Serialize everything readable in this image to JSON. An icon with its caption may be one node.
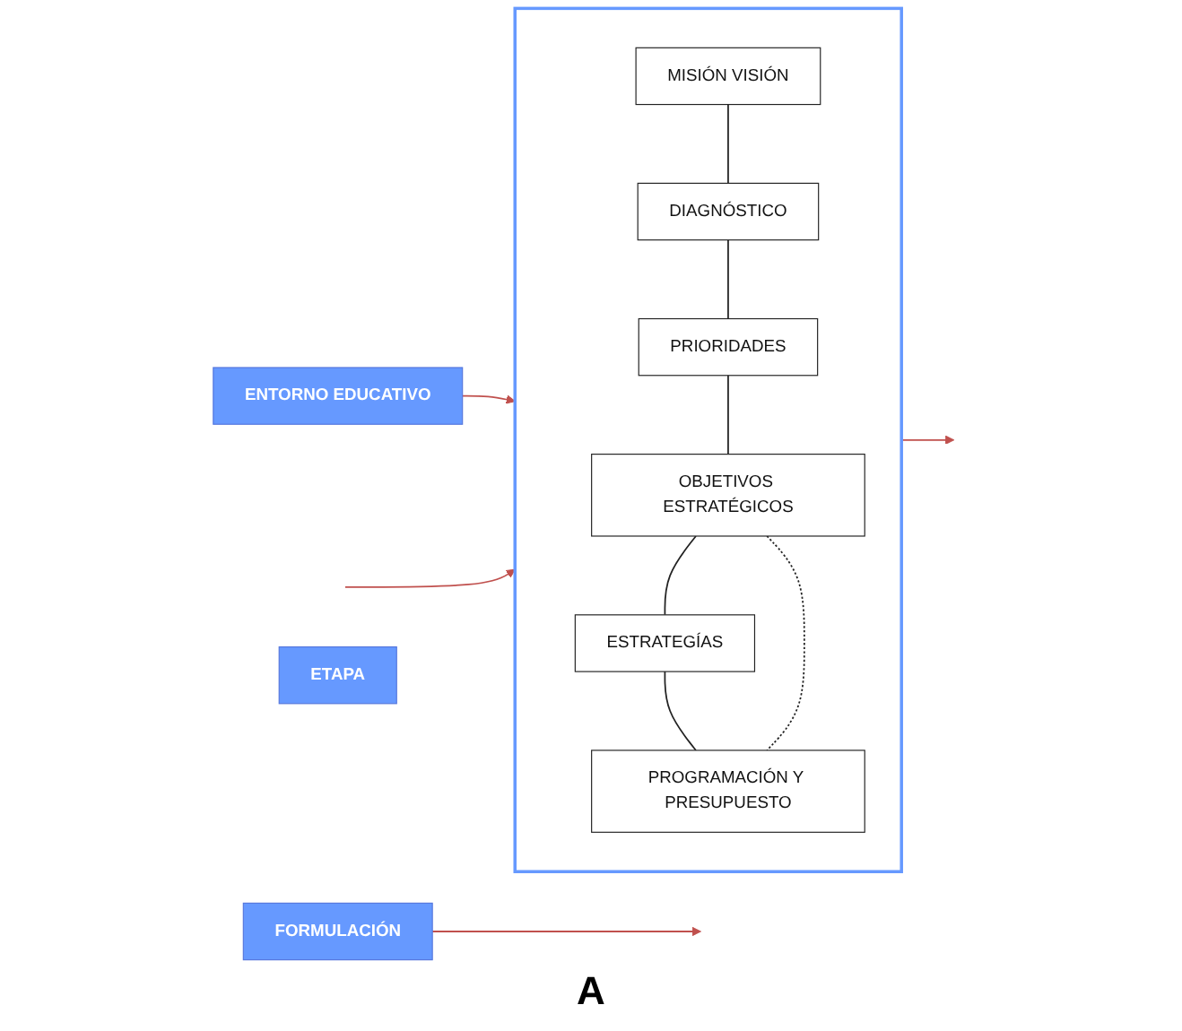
{
  "diagram": {
    "nodes": [
      {
        "text": [
          "ENTORNO EDUCATIVO"
        ]
      },
      {
        "text": [
          "FORMULACIÓN"
        ]
      },
      {
        "text": [],
        "shape": "box"
      },
      {
        "text": [
          "MISIÓN VISIÓN"
        ],
        "in": 2
      },
      {
        "text": [
          "DIAGNÓSTICO"
        ],
        "in": 2
      },
      {
        "text": [
          "PRIORIDADES"
        ],
        "in": 2
      },
      {
        "text": [
          "OBJETIVOS ESTRATÉGICOS"
        ],
        "in": 2
      },
      {
        "text": [
          "ESTRATEGÍAS"
        ],
        "in": 2
      },
      {
        "text": [
          "PROGRAMACIÓN Y PRESUPUESTO"
        ],
        "in": 2
      },
      {
        "text": [
          "ETAPA"
        ]
      }
    ],
    "edges": [
      {
        "from": 0,
        "to": 2,
        "arrow": "to",
        "color": "#c0504d"
      },
      {
        "from": 1,
        "to": null,
        "arrow": "to",
        "color": "#c0504d"
      },
      {
        "from": 2,
        "to": null,
        "arrow": "to",
        "color": "#c0504d"
      },
      {
        "from": null,
        "to": 2,
        "arrow": "to",
        "color": "#c0504d"
      },
      {
        "from": 3,
        "to": 4,
        "arrow": "none"
      },
      {
        "from": 4,
        "to": 5,
        "arrow": "none"
      },
      {
        "from": 5,
        "to": 6,
        "arrow": "none"
      },
      {
        "from": 6,
        "to": 7,
        "arrow": "none"
      },
      {
        "from": 7,
        "to": 8,
        "arrow": "none"
      },
      {
        "from": 6,
        "to": 8,
        "arrow": "none",
        "style": "dashed"
      }
    ],
    "labels": [
      "A"
    ]
  }
}
